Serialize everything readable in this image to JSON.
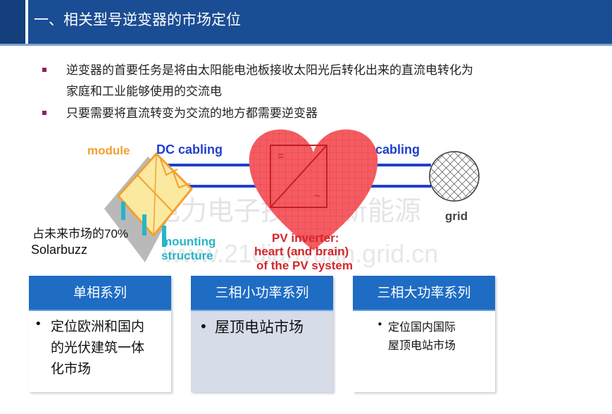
{
  "header": {
    "title": "一、相关型号逆变器的市场定位"
  },
  "bullets": [
    {
      "lines": [
        "逆变器的首要任务是将由太阳能电池板接收太阳光后转化出来的直流电转化为",
        "家庭和工业能够使用的交流电"
      ]
    },
    {
      "lines": [
        "只要需要将直流转变为交流的地方都需要逆变器"
      ]
    }
  ],
  "diagram": {
    "module_label": "module",
    "dc_label": "DC cabling",
    "ac_label": "AC cabling",
    "grid_label": "grid",
    "mounting_label": [
      "mounting",
      "structure"
    ],
    "inverter_label": [
      "PV inverter:",
      "heart (and brain)",
      "of the PV system"
    ],
    "inverter_dc_symbol": "=",
    "inverter_ac_symbol": "~",
    "market_share": "占未来市场的70%",
    "source": "Solarbuzz",
    "watermark": [
      "电力电子技术与新能源",
      "www.21dianyuan.grid.cn"
    ],
    "colors": {
      "orange": "#f2a033",
      "blue": "#1f3fcc",
      "red": "#d4262a",
      "heart": "#f45c62",
      "panel": "#fbe9a0"
    }
  },
  "cards": [
    {
      "title": "单相系列",
      "bullet": "•",
      "lines": [
        "定位欧洲和国内",
        "的光伏建筑一体",
        "化市场"
      ]
    },
    {
      "title": "三相小功率系列",
      "bullet": "•",
      "lines": [
        "屋顶电站市场"
      ]
    },
    {
      "title": "三相大功率系列",
      "bullet": "•",
      "lines": [
        "定位国内国际",
        "屋顶电站市场"
      ]
    }
  ]
}
